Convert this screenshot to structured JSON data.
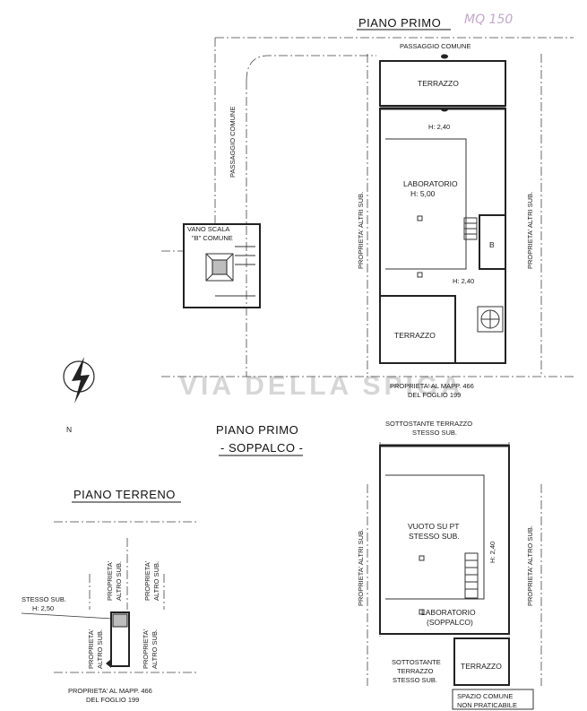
{
  "titles": {
    "piano_primo": "PIANO PRIMO",
    "piano_primo_2": "PIANO PRIMO",
    "soppalco": "- SOPPALCO -",
    "piano_terreno": "PIANO TERRENO",
    "handwritten": "MQ 150"
  },
  "watermark": "VIA DELLA SPIGA",
  "north": "N",
  "upper": {
    "passaggio_top": "PASSAGGIO COMUNE",
    "passaggio_side": "PASSAGGIO COMUNE",
    "terrazzo_top": "TERRAZZO",
    "h_240_a": "H: 2,40",
    "laboratorio": "LABORATORIO",
    "h_500": "H: 5,00",
    "b_room": "B",
    "h_240_b": "H: 2,40",
    "terrazzo_bottom": "TERRAZZO",
    "vano_scala_1": "VANO SCALA",
    "vano_scala_2": "\"B\" COMUNE",
    "left_prop": "PROPRIETA' ALTRI SUB.",
    "right_prop": "PROPRIETA' ALTRI SUB.",
    "mapp_1": "PROPRIETA' AL MAPP. 466",
    "mapp_2": "DEL FOGLIO 199"
  },
  "mezz": {
    "sottostante_1": "SOTTOSTANTE TERRAZZO",
    "sottostante_2": "STESSO SUB.",
    "vuoto_1": "VUOTO SU PT",
    "vuoto_2": "STESSO SUB.",
    "h_240": "H: 2,40",
    "lab_1": "LABORATORIO",
    "lab_2": "(SOPPALCO)",
    "bottom_left_1": "SOTTOSTANTE",
    "bottom_left_2": "TERRAZZO",
    "bottom_left_3": "STESSO SUB.",
    "terrazzo": "TERRAZZO",
    "spazio_1": "SPAZIO COMUNE",
    "spazio_2": "NON PRATICABILE",
    "left_prop": "PROPRIETA' ALTRI SUB.",
    "right_prop": "PROPRIETA' ALTRO SUB."
  },
  "ground": {
    "stesso_1": "STESSO SUB.",
    "stesso_2": "H: 2,50",
    "prop_a": "PROPRIETA'",
    "prop_a2": "ALTRO SUB.",
    "prop_b": "PROPRIETA'",
    "prop_b2": "ALTRO SUB.",
    "prop_c": "PROPRIETA'",
    "prop_c2": "ALTRO SUB.",
    "prop_d": "PROPRIETA'",
    "prop_d2": "ALTRO SUB.",
    "mapp_1": "PROPRIETA' AL MAPP. 466",
    "mapp_2": "DEL FOGLIO 199"
  }
}
